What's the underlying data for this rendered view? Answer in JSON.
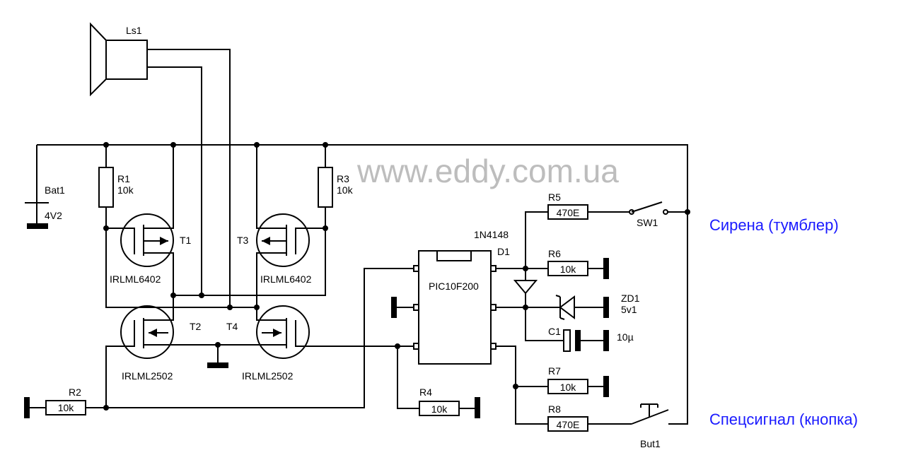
{
  "watermark": "www.eddy.com.ua",
  "components": {
    "ls1": "Ls1",
    "bat1": "Bat1",
    "bat1_value": "4V2",
    "r1": "R1",
    "r1_value": "10k",
    "r2": "R2",
    "r2_value": "10k",
    "r3": "R3",
    "r3_value": "10k",
    "r4": "R4",
    "r4_value": "10k",
    "r5": "R5",
    "r5_value": "470E",
    "r6": "R6",
    "r6_value": "10k",
    "r7": "R7",
    "r7_value": "10k",
    "r8": "R8",
    "r8_value": "470E",
    "t1": "T1",
    "t1_part": "IRLML6402",
    "t2": "T2",
    "t2_part": "IRLML2502",
    "t3": "T3",
    "t3_part": "IRLML6402",
    "t4": "T4",
    "t4_part": "IRLML2502",
    "ic": "PIC10F200",
    "d1": "D1",
    "d1_part": "1N4148",
    "zd1": "ZD1",
    "zd1_value": "5v1",
    "c1": "C1",
    "c1_value": "10µ",
    "sw1": "SW1",
    "but1": "But1"
  },
  "notes": {
    "siren": "Сирена (тумблер)",
    "special": "Спецсигнал (кнопка)"
  }
}
